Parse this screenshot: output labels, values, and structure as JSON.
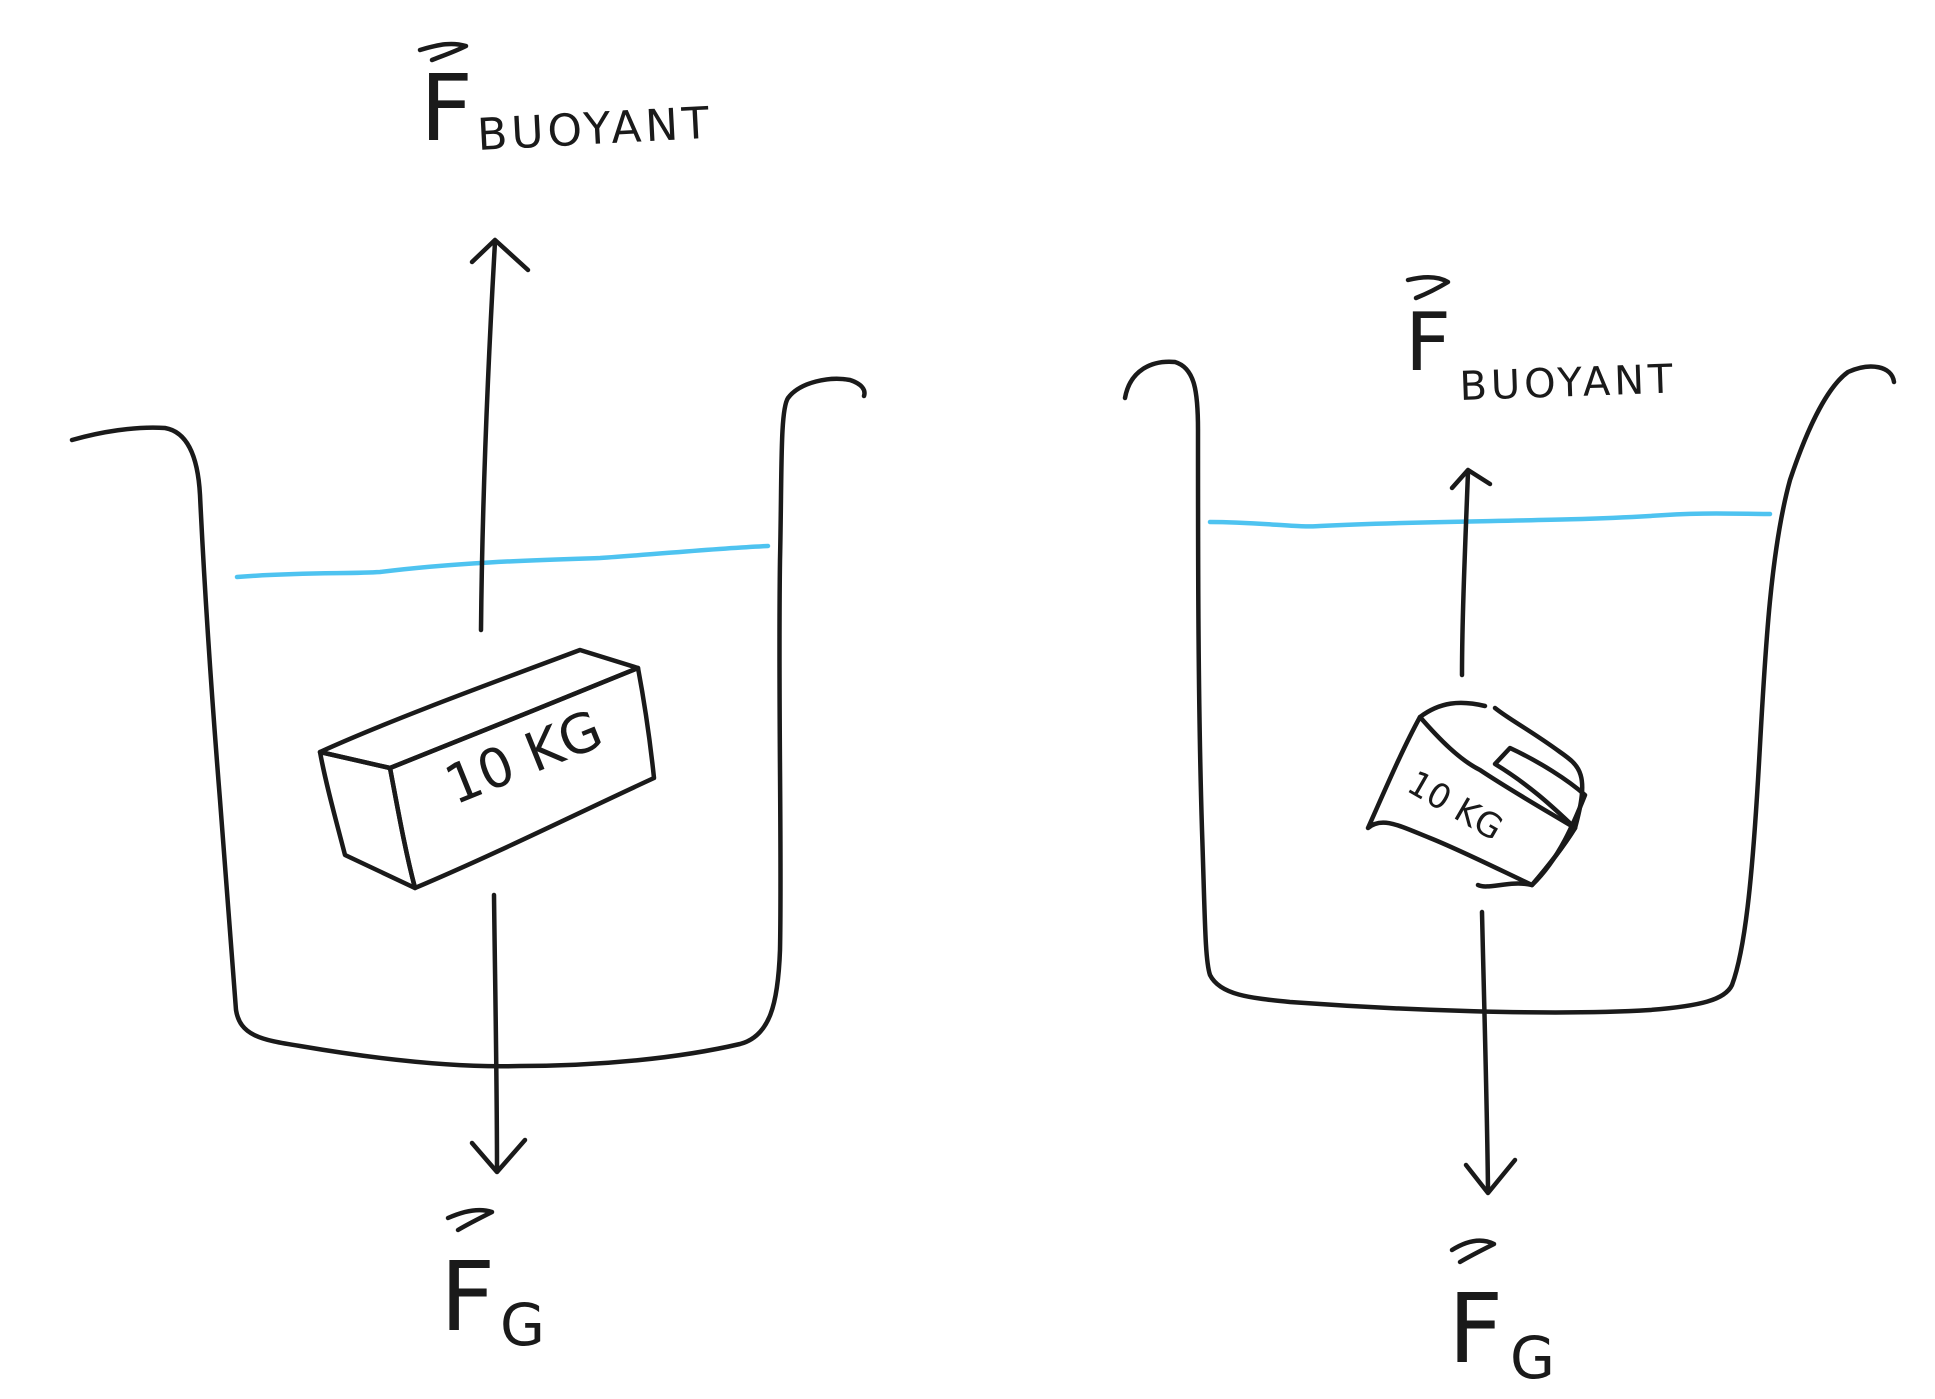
{
  "diagrams": [
    {
      "buoyant_label": {
        "main": "F",
        "sub": "BUOYANT"
      },
      "gravity_label": {
        "main": "F",
        "sub": "G"
      },
      "block_label": "10 KG"
    },
    {
      "buoyant_label": {
        "main": "F",
        "sub": "BUOYANT"
      },
      "gravity_label": {
        "main": "F",
        "sub": "G"
      },
      "block_label": "10 KG"
    }
  ],
  "colors": {
    "ink": "#1a1a1a",
    "water": "#4ec3f0"
  }
}
